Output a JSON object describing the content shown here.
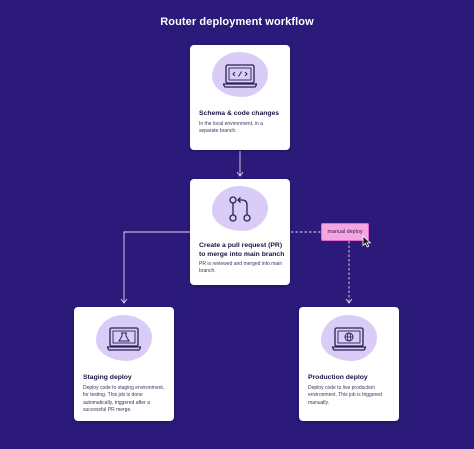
{
  "title": "Router deployment workflow",
  "colors": {
    "background": "#2b1a7a",
    "card": "#ffffff",
    "blob": "#d9cdf7",
    "icon_stroke": "#2a2054",
    "connector": "#e7d4f2",
    "badge_fill": "#f4a6e2"
  },
  "nodes": {
    "schema": {
      "icon": "code-laptop-icon",
      "title": "Schema & code changes",
      "description": "In the local environment, in a separate branch."
    },
    "pull_request": {
      "icon": "branch-merge-icon",
      "title": "Create a pull request (PR) to merge into main branch",
      "description": "PR is reviewed and merged into main branch."
    },
    "staging": {
      "icon": "flask-laptop-icon",
      "title": "Staging deploy",
      "description": "Deploy code to staging environment, for testing. This job is done automatically, triggered after a successful PR merge."
    },
    "production": {
      "icon": "globe-laptop-icon",
      "title": "Production deploy",
      "description": "Deploy code to live production environment. This job is triggered manually."
    }
  },
  "edges": {
    "manual_label": "manual deploy"
  }
}
